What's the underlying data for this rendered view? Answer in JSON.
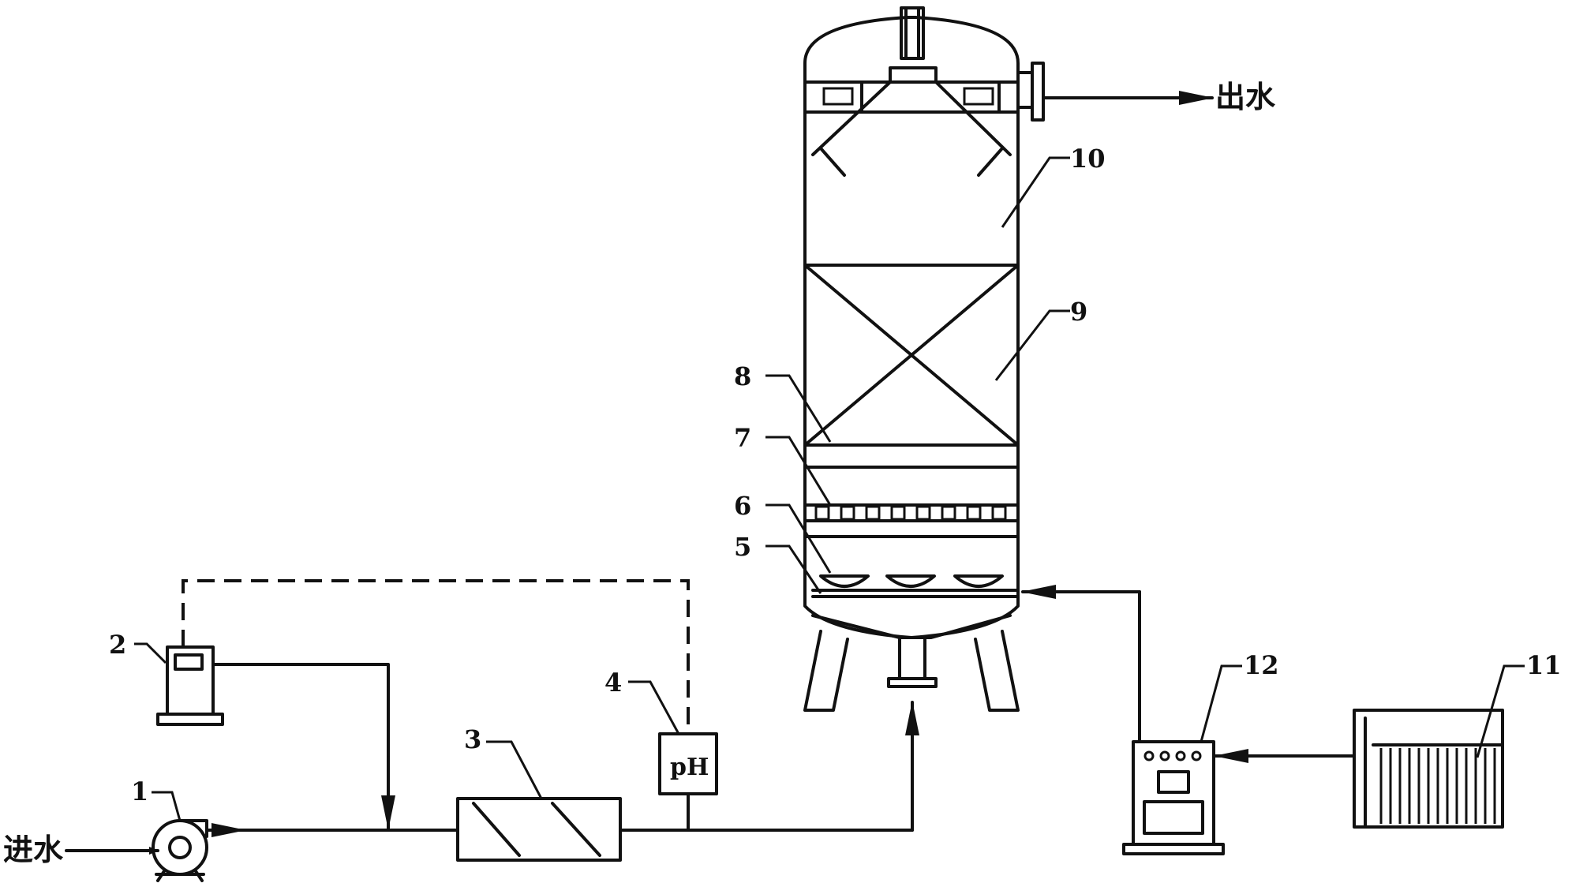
{
  "labels": {
    "inlet": "进水",
    "outlet": "出水",
    "ph": "pH",
    "n1": "1",
    "n2": "2",
    "n3": "3",
    "n4": "4",
    "n5": "5",
    "n6": "6",
    "n7": "7",
    "n8": "8",
    "n9": "9",
    "n10": "10",
    "n11": "11",
    "n12": "12"
  }
}
